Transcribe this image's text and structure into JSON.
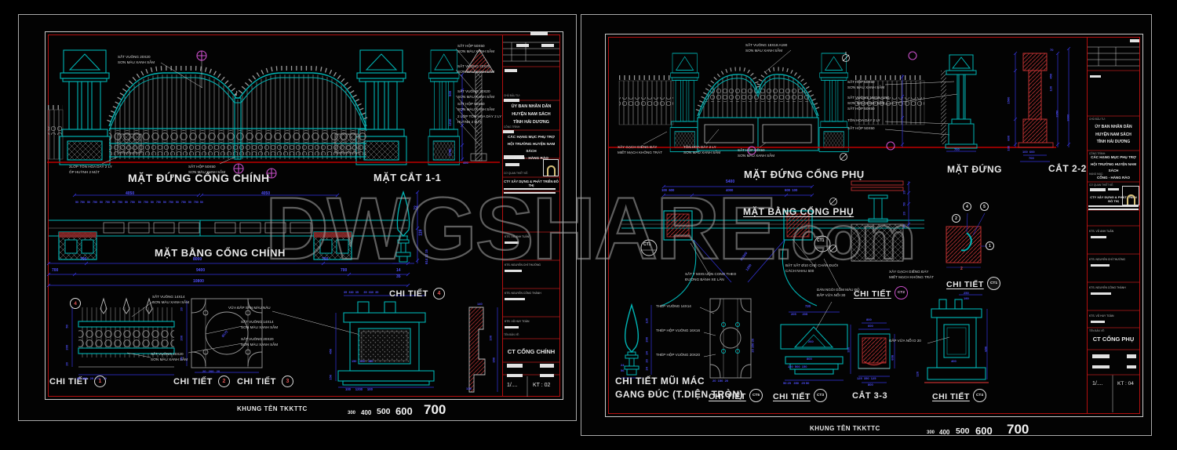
{
  "watermark": {
    "text": "DWGSHARE",
    "suffix": ".com"
  },
  "left": {
    "titles": {
      "elev": "MẶT ĐỨNG CỔNG CHÍNH",
      "sect": "MẶT CẮT 1-1",
      "plan": "MẶT BẰNG CỔNG CHÍNH",
      "detail": "CHI TIẾT"
    },
    "detail_refs": [
      "1",
      "2",
      "3",
      "4"
    ],
    "ann": {
      "sq20_top": "SẮT VUÔNG 20X20\nSƠN MÀU XANH SẪM",
      "stack1": "SẮT HỘP 50X50\nSƠN MÀU XANH SẪM",
      "stack2": "SẮT VUÔNG 20X20\nSƠN MÀU XANH SẪM",
      "stack3": "SẮT VUÔNG 20X20\nSƠN MÀU XANH SẪM",
      "stack4": "SẮT HỘP 50X50\nSƠN MÀU XANH SẪM",
      "stack5": "2 LỚP TÔN HOA DÀY 2 LY\nHUỲNH 2 MẶT",
      "ton_hoa": "2LỚP TÔN HOA DÀY 2 LY\nỐP HUỲNH 2 MẶT",
      "hop5050": "SẮT HỘP 50X50\nSƠN MÀU XANH SẪM",
      "d1a": "SẮT VUÔNG 14X14\nSƠN MÀU XANH SẪM",
      "d1b": "SẮT VUÔNG 20X20\nSƠN MÀU XANH SẪM",
      "d2a": "SẮT VUÔNG 14X14\nSƠN MÀU XANH SẪM",
      "d2b": "SẮT VUÔNG 20X20\nSƠN MÀU XANH SẪM",
      "vua": "VỮA ĐẮP SẦN MÀU NÂU"
    },
    "dims": {
      "g1": "4050",
      "g2": "4050",
      "seq": "50  750   50   750   50   750   50   750   50   750    50   750   50   750   50   750   50   750   50   750  50",
      "p700a": "700",
      "p8000": "8000",
      "p700b": "700",
      "p700c": "700",
      "p9400": "9400",
      "p700d": "700",
      "p10800": "10800",
      "s72": "72",
      "s119": "119",
      "s614": "614 12 15",
      "s14": "14",
      "s35": "35",
      "sec500": "500",
      "sec1210": "1210",
      "sec2790": "2790",
      "sec450": "450",
      "d1v1": "50",
      "d1v2": "200",
      "d1v3": "20",
      "d1b": "20  200   20  200   20",
      "d2r1": "20",
      "d2r2": "200",
      "d2r3": "20",
      "d2b": "20   200   20",
      "dia": "Ø172",
      "d3t": "35  330  35      35  330  35",
      "d3b1": "150    900    150",
      "d3b2": "100     1200     100",
      "d3l1": "450",
      "d3l2": "150",
      "prof1": "140",
      "prof2": "100",
      "prof3": "350",
      "prof4": "135"
    },
    "footer": {
      "label": "KHUNG TÊN TKKTTC",
      "scales": [
        "300",
        "400",
        "500",
        "600",
        "700"
      ]
    },
    "tb": {
      "org": "ỦY BAN NHÂN DÂN\nHUYỆN NAM SÁCH\nTỈNH HẢI DƯƠNG",
      "prj": "CÁC HẠNG MỤC PHỤ TRỢ\nHỘI TRƯỜNG HUYỆN NAM SÁCH\nCỔNG - HÀNG RÀO",
      "co": "CTY XÂY DỰNG & PHÁT TRIỂN ĐÔ THỊ",
      "lbls": [
        "CHỦ ĐẦU TƯ:",
        "CÔNG TRÌNH:",
        "HẠNG MỤC:",
        "CƠ QUAN THIẾT KẾ:",
        "TÊN BẢN VẼ:"
      ],
      "n1": "KTS. VŨ ANH TUẤN",
      "n2": "KTS. NGUYỄN CHÍ THƯỜNG",
      "n3": "KTS. NGUYỄN CÔNG THÀNH",
      "n4": "KTS. VŨ HUY TOÀN",
      "name": "CT CỔNG CHÍNH",
      "ratio": "1/....",
      "no": "KT : 02"
    }
  },
  "right": {
    "titles": {
      "elev": "MẶT ĐỨNG CỔNG PHỤ",
      "front": "MẶT ĐỨNG",
      "sect": "CẮT 2-2",
      "plan": "MẶT BẰNG CỔNG PHỤ",
      "sect3": "CẮT 3-3",
      "mac1": "CHI TIẾT MŨI MÁC",
      "mac2": "GANG ĐÚC (T.DIỆN TRÒN)",
      "detail": "CHI TIẾT"
    },
    "refs": [
      "CT1",
      "CT2",
      "CT3",
      "CT4",
      "CT5"
    ],
    "nums": [
      "1",
      "2",
      "4",
      "5",
      "2"
    ],
    "ann": {
      "top18": "SẮT VUÔNG 18X18 A190\nSƠN MÀU XANH SẪM",
      "xay": "XÂY GẠCH GIẾNG ĐÁY\nMIẾT MẠCH KHÔNG TRÁT",
      "ton": "TÔN HOA DÀY 2 LY\nSƠN MÀU XANH SẪM",
      "hop": "SẮT HỘP 50X50\nSƠN MÀU XANH SẪM",
      "st1": "SẮT HỘP 50X50\nSƠN MÀU XANH SẪM",
      "st2": "SẮT VUÔNG 18X18 A190\nSƠN MÀU XANH SẪM\nSẮT HỘP 50X50",
      "st3": "TÔN HOA DÀY 2 LY",
      "st4": "SẮT HỘP 50X50",
      "satT": "SẮT T 50X5 UỐN CONG THEO\nĐƯỜNG BÁNH XE LĂN",
      "bat": "BẬT SẮT Ø10 CHẺ CHÂN ĐUÔI\nCÁCH NHAU 500",
      "dan": "DÁN NGÓI GỐM MÀU ĐỎ\nĐẮP VỮA NỔI 30",
      "xay2": "XÂY GẠCH GIẾNG ĐÁY\nMIẾT MẠCH KHÔNG TRÁT",
      "thep1": "THÉP VUÔNG 14X14",
      "thep2": "THÉP  HỘP VUÔNG 16X16",
      "thep3": "THÉP  HỘP VUÔNG 20X20",
      "dap": "ĐẮP VỮA NỔI D 20"
    },
    "dims": {
      "t5400": "5400",
      "tl": "100  600",
      "t4000": "4000",
      "tr": "600  100",
      "r1500": "R1500",
      "a1250": "1250",
      "c70": "70",
      "c450": "450",
      "c120": "120",
      "c1500": "1500",
      "c2350": "2350",
      "c3000": "3000",
      "c600": "600",
      "c100": "100",
      "cb1": "100  600",
      "cb2": "700",
      "g700": "700",
      "sp120": "120",
      "sp200": "200",
      "sp24": "24",
      "sp20": "20",
      "sp24b": "24",
      "sp24c": "24",
      "sp56": "56",
      "sq": "20  150  20",
      "sqr": "20 150 20",
      "tr720": "720",
      "tr205": "205       205",
      "tr260": "260",
      "tr800": "800",
      "tr150": "150  500  150",
      "trb": "50 25   350   25 50",
      "trr": "330",
      "x800": "800",
      "x600": "600",
      "x608": "608",
      "xb": "125  350  125",
      "xb2": "800",
      "c4a": "250",
      "c4b": "190",
      "c4c": "650",
      "c4d": "400",
      "c4e": "120",
      "w1": "20",
      "w2": "50",
      "w3": "20",
      "w4": "40"
    },
    "footer": {
      "label": "KHUNG TÊN TKKTTC",
      "scales": [
        "300",
        "400",
        "500",
        "600",
        "700"
      ]
    },
    "tb": {
      "org": "ỦY BAN NHÂN DÂN\nHUYỆN NAM SÁCH\nTỈNH HẢI DƯƠNG",
      "prj": "CÁC HẠNG MỤC PHỤ TRỢ\nHỘI TRƯỜNG HUYỆN NAM SÁCH\nCỔNG - HÀNG RÀO",
      "co": "CTY XÂY DỰNG & PHÁT TRIỂN ĐÔ THỊ",
      "lbls": [
        "CHỦ ĐẦU TƯ:",
        "CÔNG TRÌNH:",
        "HẠNG MỤC:",
        "CƠ QUAN THIẾT KẾ:",
        "TÊN BẢN VẼ:"
      ],
      "n1": "KTS. VŨ ANH TUẤN",
      "n2": "KTS. NGUYỄN CHÍ THƯỜNG",
      "n3": "KTS. NGUYỄN CÔNG THÀNH",
      "n4": "KTS. VŨ HUY TOÀN",
      "name": "CT CỔNG PHỤ",
      "ratio": "1/....",
      "no": "KT : 04"
    }
  }
}
